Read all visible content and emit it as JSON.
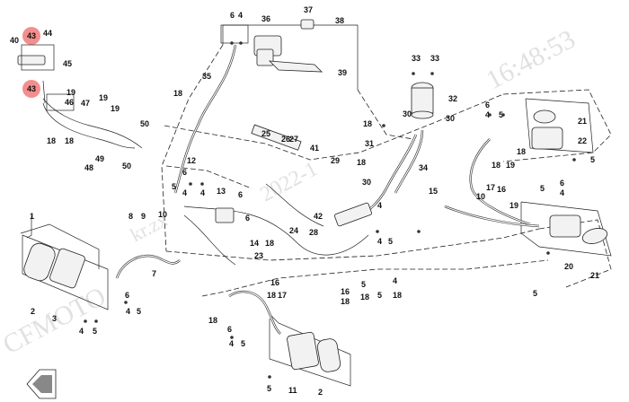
{
  "watermarks": {
    "brand": "CFMOTO",
    "time": "16:48:53",
    "date": "2022-1",
    "tag": "kr.zx"
  },
  "highlighted_callouts": [
    "43",
    "43"
  ],
  "callouts": {
    "c1": "1",
    "c2": "2",
    "c3": "3",
    "c4": "4",
    "c5": "5",
    "c6": "6",
    "c7": "7",
    "c8": "8",
    "c9": "9",
    "c10": "10",
    "c11": "11",
    "c12": "12",
    "c13": "13",
    "c14": "14",
    "c15": "15",
    "c16": "16",
    "c17": "17",
    "c18": "18",
    "c19": "19",
    "c20": "20",
    "c21": "21",
    "c22": "22",
    "c23": "23",
    "c24": "24",
    "c25": "25",
    "c26": "26",
    "c27": "27",
    "c28": "28",
    "c29": "29",
    "c30": "30",
    "c31": "31",
    "c32": "32",
    "c33": "33",
    "c34": "34",
    "c35": "35",
    "c36": "36",
    "c37": "37",
    "c38": "38",
    "c39": "39",
    "c40": "40",
    "c41": "41",
    "c42": "42",
    "c43": "43",
    "c44": "44",
    "c45": "45",
    "c46": "46",
    "c47": "47",
    "c48": "48",
    "c49": "49",
    "c50": "50"
  }
}
